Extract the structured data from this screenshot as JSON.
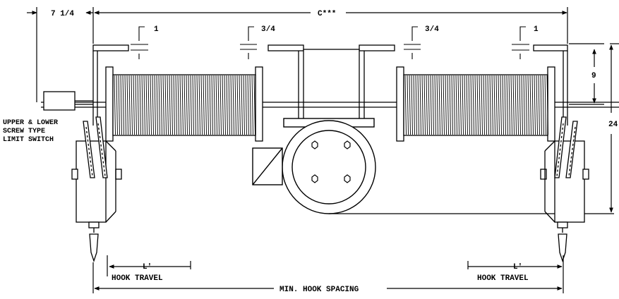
{
  "dimensions": {
    "left_offset": "7 1/4",
    "span": "C***",
    "gap_outer_left": "1",
    "gap_inner_left": "3/4",
    "gap_inner_right": "3/4",
    "gap_outer_right": "1",
    "drum_height": "9",
    "overall_height": "24"
  },
  "labels": {
    "limit_switch_line1": "UPPER & LOWER",
    "limit_switch_line2": "SCREW TYPE",
    "limit_switch_line3": "LIMIT SWITCH",
    "hook_travel_left_dim": "L'",
    "hook_travel_left": "HOOK TRAVEL",
    "hook_travel_right_dim": "L'",
    "hook_travel_right": "HOOK TRAVEL",
    "min_hook_spacing": "MIN. HOOK SPACING"
  },
  "colors": {
    "ink": "#000000",
    "paper": "#ffffff"
  }
}
